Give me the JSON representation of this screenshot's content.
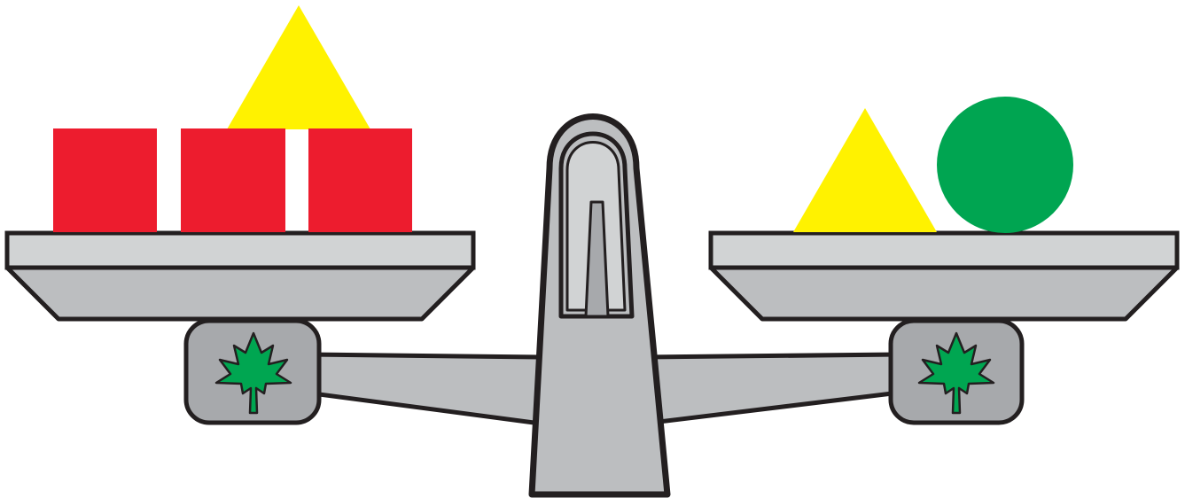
{
  "colors": {
    "outline": "#231f20",
    "metal_light": "#d1d3d4",
    "metal_mid": "#bcbec0",
    "metal_dark": "#a7a9ac",
    "block_red": "#ed1c2e",
    "triangle_yellow": "#fff200",
    "circle_green": "#00a551",
    "leaf_green": "#00a651"
  },
  "scale": {
    "left_pan": {
      "items": [
        {
          "shape": "square",
          "color": "red"
        },
        {
          "shape": "square",
          "color": "red"
        },
        {
          "shape": "square",
          "color": "red"
        },
        {
          "shape": "triangle",
          "color": "yellow"
        }
      ]
    },
    "right_pan": {
      "items": [
        {
          "shape": "triangle",
          "color": "yellow"
        },
        {
          "shape": "circle",
          "color": "green"
        }
      ]
    },
    "emblem_icon": "maple-leaf-icon",
    "balanced": true
  }
}
